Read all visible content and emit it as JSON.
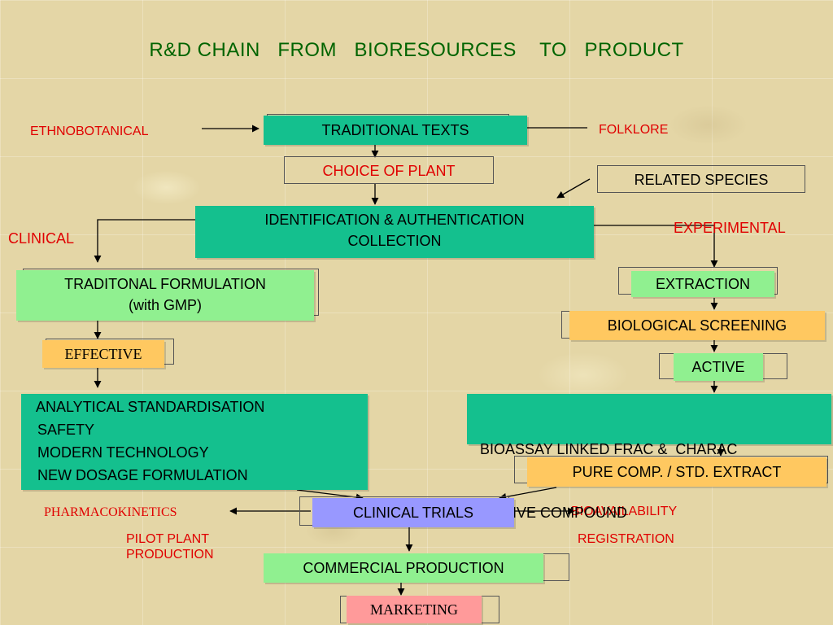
{
  "title": "R&D CHAIN   FROM   BIORESOURCES    TO   PRODUCT",
  "labels": {
    "ethnobotanical": "ETHNOBOTANICAL",
    "folklore": "FOLKLORE",
    "clinical": "CLINICAL",
    "experimental": "EXPERIMENTAL",
    "pharmacokinetics": "PHARMACOKINETICS",
    "bioavailability": "BIOAVAILABILITY",
    "pilot_plant_line1": "PILOT PLANT",
    "pilot_plant_line2": "PRODUCTION",
    "registration": "REGISTRATION"
  },
  "boxes": {
    "traditional_texts": "TRADITIONAL TEXTS",
    "choice_of_plant": "CHOICE OF PLANT",
    "related_species": "RELATED SPECIES",
    "identification_line1": "IDENTIFICATION & AUTHENTICATION",
    "identification_line2": "COLLECTION",
    "traditional_formulation_line1": "TRADITONAL FORMULATION",
    "traditional_formulation_line2": "(with GMP)",
    "extraction": "EXTRACTION",
    "biological_screening": "BIOLOGICAL SCREENING",
    "effective": "EFFECTIVE",
    "active": "ACTIVE",
    "analytical_lines": [
      "ANALYTICAL STANDARDISATION",
      "SAFETY",
      "MODERN  TECHNOLOGY",
      "NEW DOSAGE FORMULATION"
    ],
    "bioassay_line1": "BIOASSAY LINKED FRAC &  CHARAC",
    "bioassay_line2": "ACTIVE COMPOUND",
    "pure_comp": "PURE COMP. / STD. EXTRACT",
    "clinical_trials": "CLINICAL TRIALS",
    "commercial_production": "COMMERCIAL PRODUCTION",
    "marketing": "MARKETING"
  },
  "colors": {
    "title": "#006400",
    "label_red": "#e00000",
    "teal": "#14c08e",
    "light_green": "#90f090",
    "orange": "#ffc860",
    "lavender": "#9898ff",
    "pink": "#ff9a9a"
  }
}
